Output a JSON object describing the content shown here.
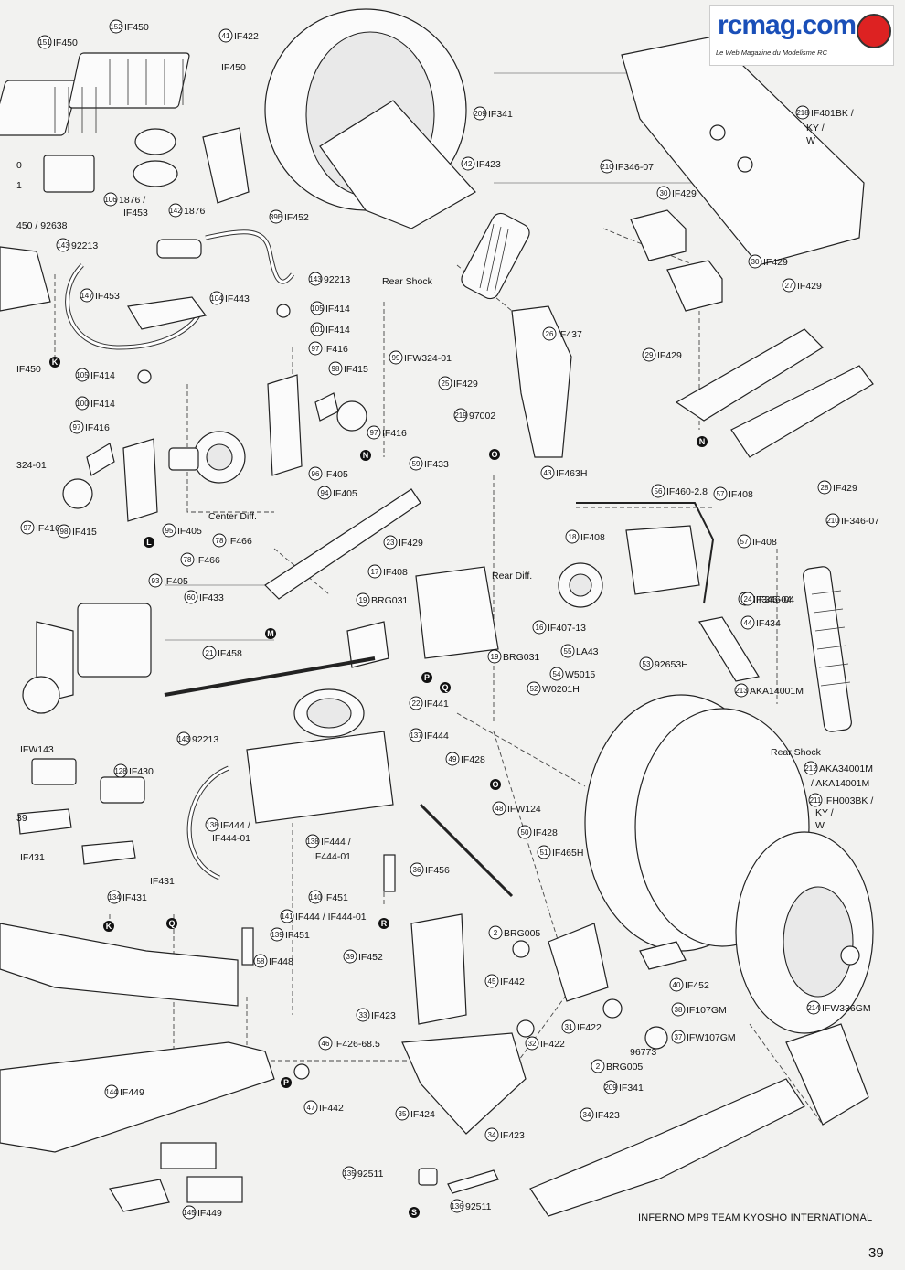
{
  "logo": {
    "main": "rcmag.com",
    "sub": "Le Web Magazine du Modelisme RC"
  },
  "footer": "INFERNO MP9 TEAM KYOSHO INTERNATIONAL",
  "page_number": "39",
  "captions": [
    "Rear Shock",
    "Center Diff.",
    "Rear Diff.",
    "Rear Shock"
  ],
  "edge_fragments": [
    "0",
    "1",
    "450 / 92638",
    "IF450",
    "324-01",
    "IFW143",
    "39",
    "IF431"
  ],
  "markers": [
    "K",
    "N",
    "O",
    "L",
    "M",
    "P",
    "Q",
    "N",
    "R",
    "O",
    "K",
    "Q",
    "P",
    "S"
  ],
  "callouts": [
    {
      "n": "151",
      "code": "IF450"
    },
    {
      "n": "152",
      "code": "IF450"
    },
    {
      "n": "",
      "code": "IF450"
    },
    {
      "n": "41",
      "code": "IF422"
    },
    {
      "n": "209",
      "code": "IF341"
    },
    {
      "n": "42",
      "code": "IF423"
    },
    {
      "n": "39B",
      "code": "IF452"
    },
    {
      "n": "106",
      "code": "1876 /"
    },
    {
      "n": "",
      "code": "IF453"
    },
    {
      "n": "142",
      "code": "1876"
    },
    {
      "n": "143",
      "code": "92213"
    },
    {
      "n": "143",
      "code": "92213"
    },
    {
      "n": "147",
      "code": "IF453"
    },
    {
      "n": "104",
      "code": "IF443"
    },
    {
      "n": "105",
      "code": "IF414"
    },
    {
      "n": "101",
      "code": "IF414"
    },
    {
      "n": "97",
      "code": "IF416"
    },
    {
      "n": "98",
      "code": "IF415"
    },
    {
      "n": "99",
      "code": "IFW324-01"
    },
    {
      "n": "25",
      "code": "IF429"
    },
    {
      "n": "219",
      "code": "97002"
    },
    {
      "n": "97",
      "code": "IF416"
    },
    {
      "n": "105",
      "code": "IF414"
    },
    {
      "n": "100",
      "code": "IF414"
    },
    {
      "n": "97",
      "code": "IF416"
    },
    {
      "n": "96",
      "code": "IF405"
    },
    {
      "n": "94",
      "code": "IF405"
    },
    {
      "n": "59",
      "code": "IF433"
    },
    {
      "n": "97",
      "code": "IF416"
    },
    {
      "n": "98",
      "code": "IF415"
    },
    {
      "n": "95",
      "code": "IF405"
    },
    {
      "n": "78",
      "code": "IF466"
    },
    {
      "n": "78",
      "code": "IF466"
    },
    {
      "n": "93",
      "code": "IF405"
    },
    {
      "n": "60",
      "code": "IF433"
    },
    {
      "n": "23",
      "code": "IF429"
    },
    {
      "n": "17",
      "code": "IF408"
    },
    {
      "n": "19",
      "code": "BRG031"
    },
    {
      "n": "21",
      "code": "IF458"
    },
    {
      "n": "22",
      "code": "IF441"
    },
    {
      "n": "19",
      "code": "BRG031"
    },
    {
      "n": "143",
      "code": "92213"
    },
    {
      "n": "137",
      "code": "IF444"
    },
    {
      "n": "128",
      "code": "IF430"
    },
    {
      "n": "138",
      "code": "IF444 /"
    },
    {
      "n": "",
      "code": "IF444-01"
    },
    {
      "n": "138",
      "code": "IF444 /"
    },
    {
      "n": "",
      "code": "IF444-01"
    },
    {
      "n": "134",
      "code": "IF431"
    },
    {
      "n": "",
      "code": "IF431"
    },
    {
      "n": "140",
      "code": "IF451"
    },
    {
      "n": "141",
      "code": "IF444 / IF444-01"
    },
    {
      "n": "139",
      "code": "IF451"
    },
    {
      "n": "58",
      "code": "IF448"
    },
    {
      "n": "144",
      "code": "IF449"
    },
    {
      "n": "145",
      "code": "IF449"
    },
    {
      "n": "24",
      "code": "IF346-04"
    },
    {
      "n": "26",
      "code": "IF437"
    },
    {
      "n": "43",
      "code": "IF463H"
    },
    {
      "n": "18",
      "code": "IF408"
    },
    {
      "n": "16",
      "code": "IF407-13"
    },
    {
      "n": "55",
      "code": "LA43"
    },
    {
      "n": "54",
      "code": "W5015"
    },
    {
      "n": "52",
      "code": "W0201H"
    },
    {
      "n": "53",
      "code": "92653H"
    },
    {
      "n": "49",
      "code": "IF428"
    },
    {
      "n": "48",
      "code": "IFW124"
    },
    {
      "n": "50",
      "code": "IF428"
    },
    {
      "n": "51",
      "code": "IF465H"
    },
    {
      "n": "36",
      "code": "IF456"
    },
    {
      "n": "39",
      "code": "IF452"
    },
    {
      "n": "2",
      "code": "BRG005"
    },
    {
      "n": "45",
      "code": "IF442"
    },
    {
      "n": "33",
      "code": "IF423"
    },
    {
      "n": "31",
      "code": "IF422"
    },
    {
      "n": "32",
      "code": "IF422"
    },
    {
      "n": "46",
      "code": "IF426-68.5"
    },
    {
      "n": "47",
      "code": "IF442"
    },
    {
      "n": "",
      "code": "96773"
    },
    {
      "n": "2",
      "code": "BRG005"
    },
    {
      "n": "209",
      "code": "IF341"
    },
    {
      "n": "35",
      "code": "IF424"
    },
    {
      "n": "34",
      "code": "IF423"
    },
    {
      "n": "34",
      "code": "IF423"
    },
    {
      "n": "135",
      "code": "92511"
    },
    {
      "n": "136",
      "code": "92511"
    },
    {
      "n": "210",
      "code": "IF346-07"
    },
    {
      "n": "30",
      "code": "IF429"
    },
    {
      "n": "30",
      "code": "IF429"
    },
    {
      "n": "218",
      "code": "IF401BK /"
    },
    {
      "n": "",
      "code": "KY /"
    },
    {
      "n": "",
      "code": "W"
    },
    {
      "n": "27",
      "code": "IF429"
    },
    {
      "n": "29",
      "code": "IF429"
    },
    {
      "n": "28",
      "code": "IF429"
    },
    {
      "n": "56",
      "code": "IF460-2.8"
    },
    {
      "n": "57",
      "code": "IF408"
    },
    {
      "n": "57",
      "code": "IF408"
    },
    {
      "n": "210",
      "code": "IF346-07"
    },
    {
      "n": "24",
      "code": "IF346-04"
    },
    {
      "n": "44",
      "code": "IF434"
    },
    {
      "n": "213",
      "code": "AKA14001M"
    },
    {
      "n": "212",
      "code": "AKA34001M"
    },
    {
      "n": "",
      "code": "/ AKA14001M"
    },
    {
      "n": "211",
      "code": "IFH003BK /"
    },
    {
      "n": "",
      "code": "KY /"
    },
    {
      "n": "",
      "code": "W"
    },
    {
      "n": "40",
      "code": "IF452"
    },
    {
      "n": "38",
      "code": "IF107GM"
    },
    {
      "n": "37",
      "code": "IFW107GM"
    },
    {
      "n": "214",
      "code": "IFW336GM"
    }
  ]
}
